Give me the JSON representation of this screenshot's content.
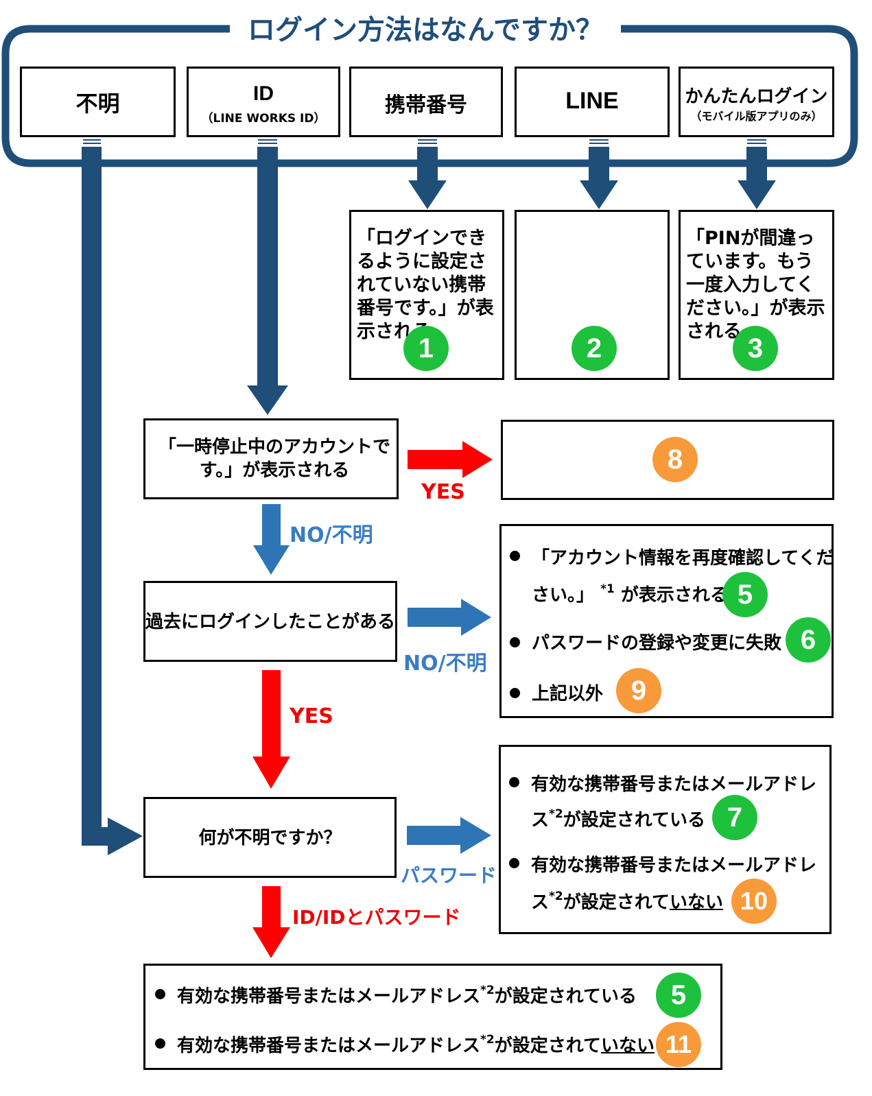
{
  "title": "ログイン方法はなんですか？",
  "login_methods": {
    "unknown": "不明",
    "id": "ID",
    "id_sub": "（LINE WORKS ID）",
    "phone": "携帯番号",
    "line": "LINE",
    "easy": "かんたんログイン",
    "easy_sub": "（モバイル版アプリのみ）"
  },
  "results": {
    "phone_msg": "「ログインできるように設定されていない携帯番号です。」が表示される",
    "pin_msg": "「PINが間違っています。もう一度入力してください。」が表示される"
  },
  "steps": {
    "suspended": "「一時停止中のアカウントです。」が表示される",
    "past_login": "過去にログインしたことがある",
    "what_unknown": "何が不明ですか？"
  },
  "labels": {
    "yes": "YES",
    "no_unknown": "NO/不明",
    "password": "パスワード",
    "id_and_password": "ID/IDとパスワード"
  },
  "group_a": {
    "item1_line1": "「アカウント情報を再度確認してくだ",
    "item1_line2_pre": "さい。」",
    "item1_sup": "*1",
    "item1_line2_post": "が表示される",
    "item2": "パスワードの登録や変更に失敗",
    "item3": "上記以外"
  },
  "group_b": {
    "line1": "有効な携帯番号またはメールアドレ",
    "item1_pre": "ス",
    "sup": "*2",
    "item1_post": "が設定されている",
    "item2_pre": "ス",
    "item2_mid": "が設定されて",
    "item2_under": "いない"
  },
  "group_c": {
    "item1_pre": "有効な携帯番号またはメールアドレス",
    "sup": "*2",
    "item1_post": "が設定されている",
    "item2_pre": "有効な携帯番号またはメールアドレス",
    "item2_mid": "が設定されて",
    "item2_under": "いない"
  },
  "numbers": {
    "n1": "1",
    "n2": "2",
    "n3": "3",
    "n5a": "5",
    "n5b": "5",
    "n6": "6",
    "n7": "7",
    "n8": "8",
    "n9": "9",
    "n10": "10",
    "n11": "11"
  },
  "colors": {
    "navy": "#1f4e79",
    "blue": "#2e75b6",
    "red": "#ff0000",
    "green": "#1ec13b",
    "orange": "#f89a3a"
  }
}
